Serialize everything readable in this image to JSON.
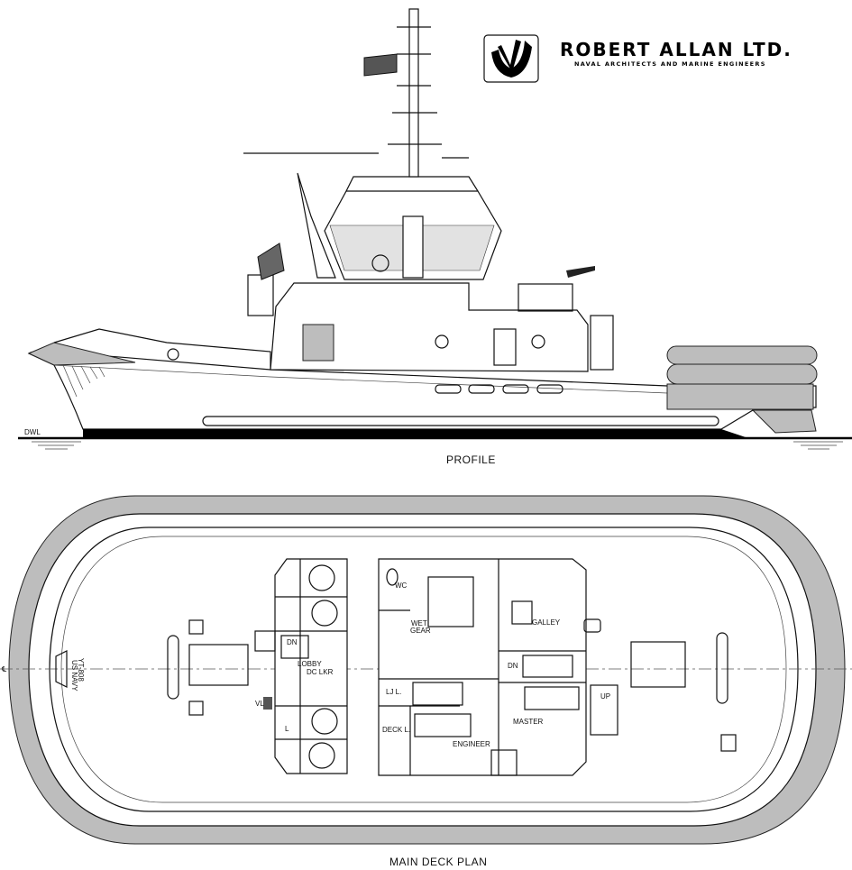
{
  "logo": {
    "company": "ROBERT ALLAN LTD.",
    "tagline": "NAVAL ARCHITECTS AND MARINE ENGINEERS"
  },
  "profile": {
    "caption": "PROFILE",
    "waterline_label": "DWL"
  },
  "plan": {
    "caption": "MAIN DECK PLAN",
    "centerline_symbol": "℄",
    "hull_marking": [
      "US NAVY",
      "YT-808"
    ],
    "rooms": {
      "lobby": "LOBBY",
      "dc_lkr": "DC LKR",
      "wc": "WC",
      "wet": "WET",
      "gear": "GEAR",
      "galley": "GALLEY",
      "dn_fwd": "DN",
      "dn_aft": "DN",
      "lj": "LJ L.",
      "up": "UP",
      "vl": "VL",
      "l": "L",
      "deck_l": "DECK L.",
      "engineer": "ENGINEER",
      "master": "MASTER"
    }
  }
}
